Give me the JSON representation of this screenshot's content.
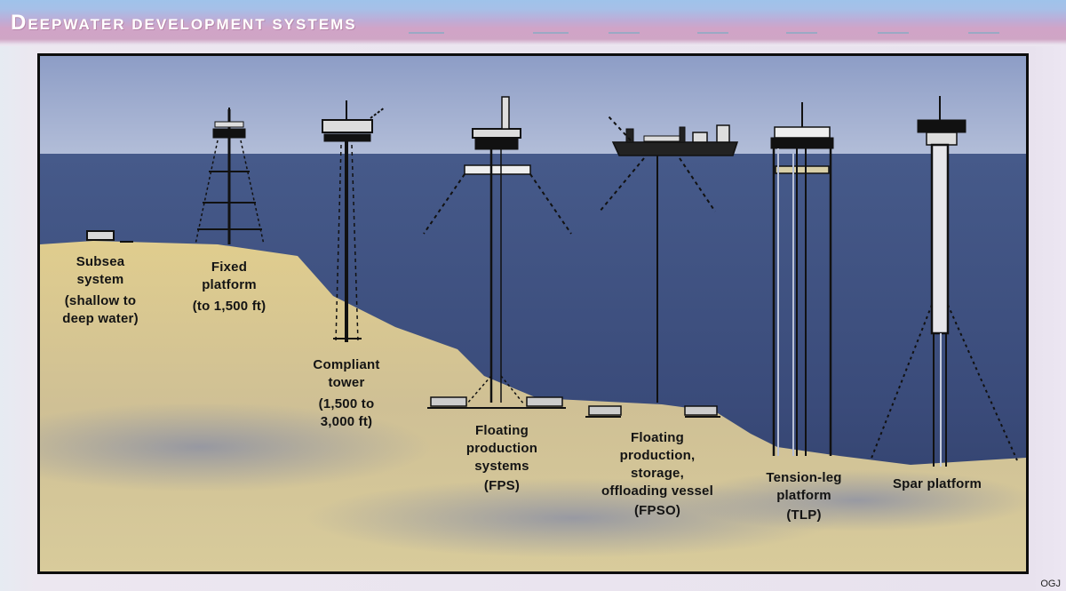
{
  "header": {
    "title_cap": "D",
    "title_rest": "eepwater development systems",
    "banner_colors": {
      "top": "#9fc3ea",
      "bottom": "#cfa5c5"
    }
  },
  "diagram": {
    "colors": {
      "sky": "#aab8d6",
      "sea_top": "#3f5384",
      "sea_bottom": "#34436e",
      "seafloor": "#d7c58f",
      "frame": "#0d0d0d"
    },
    "systems": [
      {
        "id": "subsea",
        "lines": [
          "Subsea",
          "system",
          "(shallow to",
          "deep water)"
        ]
      },
      {
        "id": "fixed",
        "lines": [
          "Fixed",
          "platform",
          "(to 1,500 ft)"
        ]
      },
      {
        "id": "compliant",
        "lines": [
          "Compliant",
          "tower",
          "(1,500 to",
          "3,000 ft)"
        ]
      },
      {
        "id": "fps",
        "lines": [
          "Floating",
          "production",
          "systems",
          "(FPS)"
        ]
      },
      {
        "id": "fpso",
        "lines": [
          "Floating",
          "production,",
          "storage,",
          "offloading vessel",
          "(FPSO)"
        ]
      },
      {
        "id": "tlp",
        "lines": [
          "Tension-leg",
          "platform",
          "(TLP)"
        ]
      },
      {
        "id": "spar",
        "lines": [
          "Spar platform"
        ]
      }
    ]
  },
  "footer": {
    "credit": "OGJ"
  }
}
